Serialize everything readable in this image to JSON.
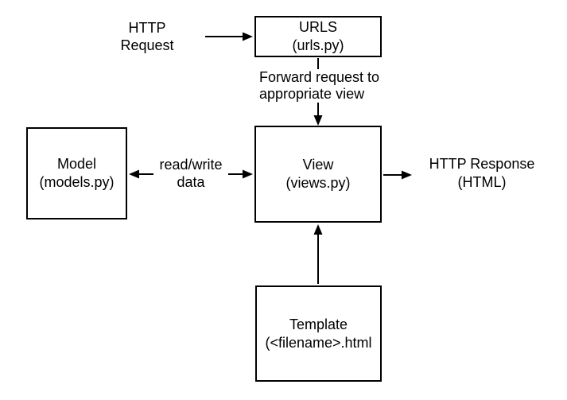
{
  "diagram": {
    "title": "Django request/response architecture (MTV) flow",
    "colors": {
      "stroke": "#000000",
      "background": "#ffffff",
      "text": "#000000"
    },
    "boxes": {
      "urls": {
        "title": "URLS",
        "subtitle": "(urls.py)"
      },
      "view": {
        "title": "View",
        "subtitle": "(views.py)"
      },
      "model": {
        "title": "Model",
        "subtitle": "(models.py)"
      },
      "template": {
        "title": "Template",
        "subtitle": "(<filename>.html"
      }
    },
    "labels": {
      "http_request": {
        "line1": "HTTP",
        "line2": "Request"
      },
      "forward": {
        "line1": "Forward request to",
        "line2": "appropriate view"
      },
      "read_write": {
        "line1": "read/write",
        "line2": "data"
      },
      "http_response": {
        "line1": "HTTP Response",
        "line2": "(HTML)"
      }
    },
    "connectors": [
      {
        "name": "http-request-arrow",
        "from": "HTTP Request label",
        "to": "URLS box",
        "direction": "right"
      },
      {
        "name": "urls-to-view-arrow",
        "from": "URLS box",
        "to": "View box",
        "direction": "down"
      },
      {
        "name": "model-view-arrow",
        "from": "Model box",
        "to": "View box",
        "direction": "both"
      },
      {
        "name": "view-to-response-arrow",
        "from": "View box",
        "to": "HTTP Response label",
        "direction": "right"
      },
      {
        "name": "template-to-view-arrow",
        "from": "Template box",
        "to": "View box",
        "direction": "up"
      }
    ]
  }
}
